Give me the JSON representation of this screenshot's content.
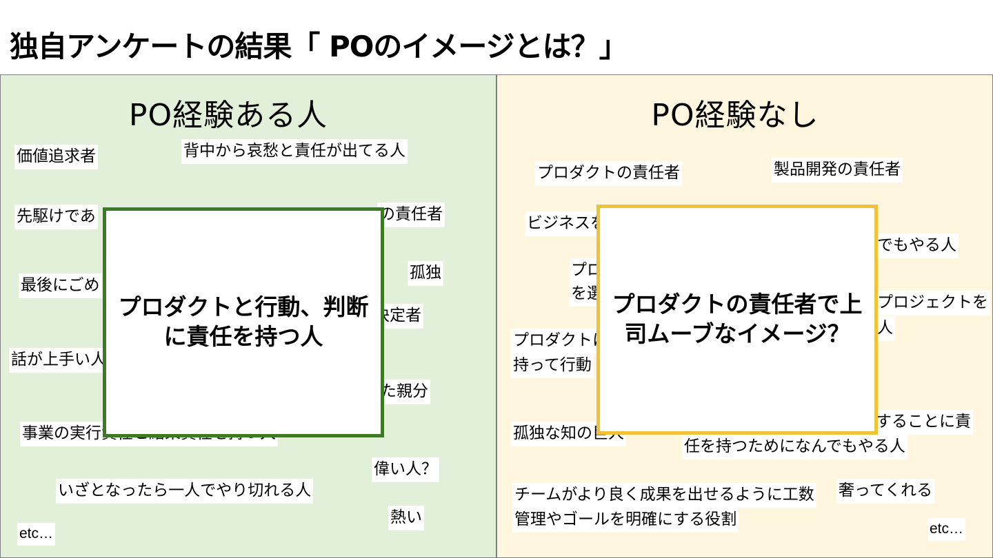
{
  "title": "独自アンケートの結果「 POのイメージとは？」",
  "left": {
    "heading": "PO経験ある人",
    "notes": [
      "価値追求者",
      "背中から哀愁と責任が出てる人",
      "先駆けであ",
      "の責任者",
      "孤独",
      "最後にごめ",
      "決定者",
      "話が上手い人",
      "た親分",
      "事業の実行責任と結果責任を持つ人",
      "偉い人？",
      "いざとなったら一人でやり切れる人",
      "熱い",
      "etc…"
    ],
    "callout": "プロダクトと行動、判断に責任を持つ人"
  },
  "right": {
    "heading": "PO経験なし",
    "notes": [
      "プロダクトの責任者",
      "製品開発の責任者",
      "ビジネスを",
      "でもやる人",
      "プロ",
      "を選",
      "プロジェクトを",
      "人",
      "プロダクトに",
      "持って行動",
      "孤独な知の巨人",
      "することに責",
      "任を持つためになんでもやる人",
      "チームがより良く成果を出せるように工数",
      "管理やゴールを明確にする役割",
      "奢ってくれる",
      "etc…"
    ],
    "callout": "プロダクトの責任者で上司ムーブなイメージ？"
  },
  "colors": {
    "left_bg": "#e2f0d9",
    "right_bg": "#fff6e0",
    "left_border": "#3d7a25",
    "right_border": "#f0c23a"
  }
}
